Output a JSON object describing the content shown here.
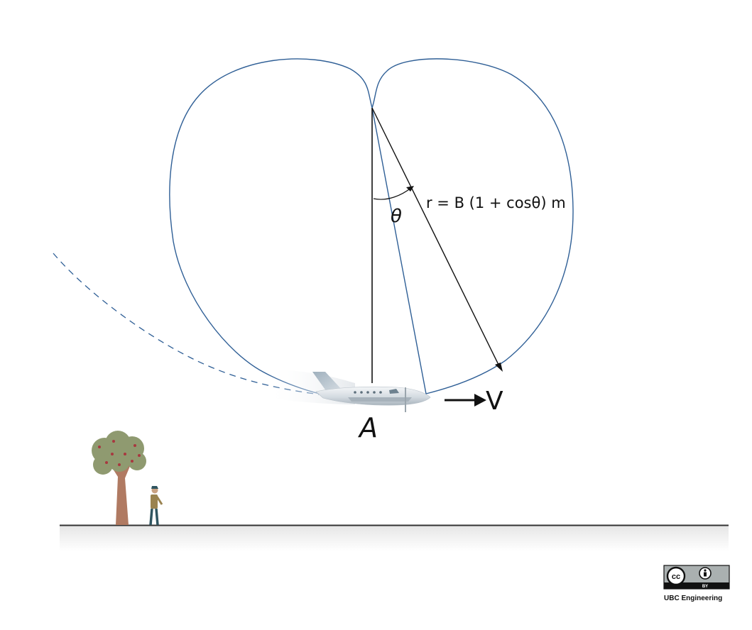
{
  "diagram": {
    "formula": "r = B (1 + cosθ) m",
    "angle_label": "θ",
    "point_label": "A",
    "velocity_label": "V"
  },
  "license": {
    "badge_cc": "cc",
    "badge_by": "BY",
    "org": "UBC Engineering"
  },
  "colors": {
    "curve": "#2f5f96",
    "ground": "#333333",
    "trunk": "#b07a62",
    "foliage": "#8f9a70",
    "person_shirt": "#9a8350",
    "person_pants": "#2f5560"
  }
}
